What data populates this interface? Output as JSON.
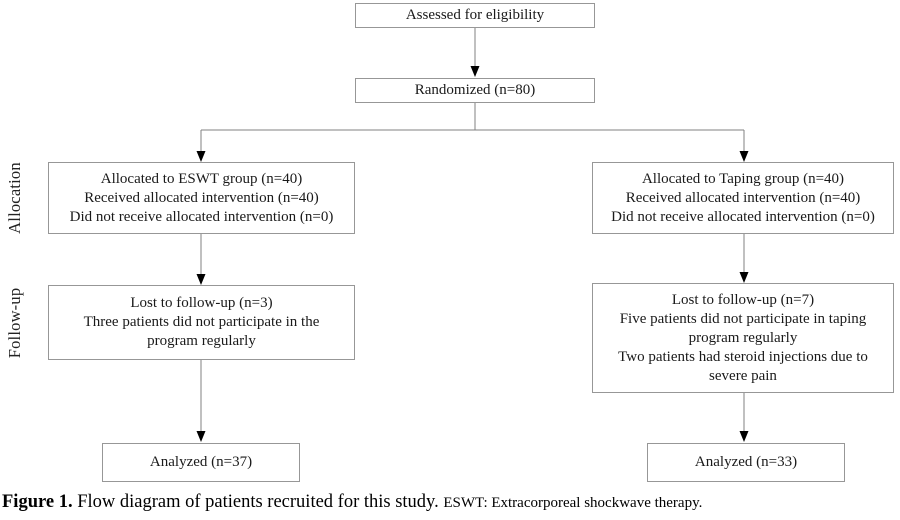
{
  "diagram": {
    "boxes": {
      "assessed": {
        "lines": [
          "Assessed for eligibility"
        ]
      },
      "randomized": {
        "lines": [
          "Randomized (n=80)"
        ]
      },
      "alloc_left": {
        "lines": [
          "Allocated to ESWT group (n=40)",
          "Received allocated intervention (n=40)",
          "Did not receive allocated intervention (n=0)"
        ]
      },
      "alloc_right": {
        "lines": [
          "Allocated to Taping group (n=40)",
          "Received allocated intervention (n=40)",
          "Did not receive allocated intervention (n=0)"
        ]
      },
      "followup_left": {
        "lines": [
          "Lost to follow-up (n=3)",
          "Three patients did not participate in the",
          "program regularly"
        ]
      },
      "followup_right": {
        "lines": [
          "Lost to follow-up (n=7)",
          "Five patients did not participate in taping",
          "program regularly",
          "Two patients had steroid injections due to",
          "severe pain"
        ]
      },
      "analyzed_left": {
        "lines": [
          "Analyzed (n=37)"
        ]
      },
      "analyzed_right": {
        "lines": [
          "Analyzed (n=33)"
        ]
      }
    },
    "stage_labels": {
      "allocation": "Allocation",
      "followup": "Follow-up"
    },
    "colors": {
      "box_border": "#979797",
      "connector_line": "#808080",
      "arrowhead": "#000000",
      "text": "#1a1a1a"
    }
  },
  "caption": {
    "label": "Figure 1.",
    "text": " Flow diagram of patients recruited for this study. ",
    "note": "ESWT: Extracorporeal shockwave therapy."
  }
}
